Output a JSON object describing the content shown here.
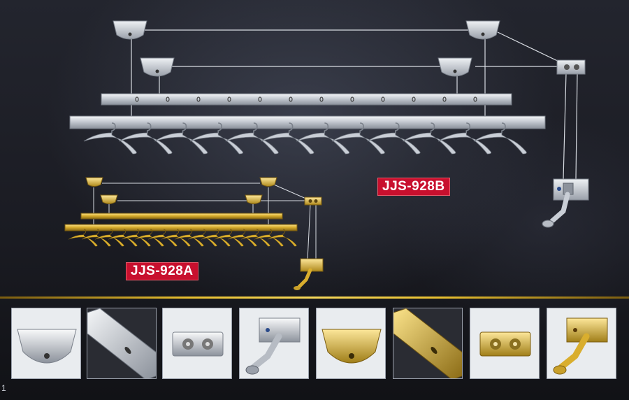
{
  "models": {
    "large": {
      "label": "JJS-928B",
      "finish": "silver"
    },
    "small": {
      "label": "JJS-928A",
      "finish": "gold"
    }
  },
  "colors": {
    "silver": "#c9ced6",
    "gold": "#d9ae2e",
    "badge": "#c8102e",
    "divider": "#e8c030",
    "background": "#1a1b22"
  },
  "components": [
    {
      "name": "ceiling-pulley-silver",
      "icon": "ceiling-pulley-icon",
      "finish": "silver"
    },
    {
      "name": "aluminum-rail-silver",
      "icon": "rail-profile-icon",
      "finish": "silver"
    },
    {
      "name": "rope-guide-silver",
      "icon": "rope-guide-icon",
      "finish": "silver"
    },
    {
      "name": "hand-crank-silver",
      "icon": "hand-crank-icon",
      "finish": "silver"
    },
    {
      "name": "ceiling-pulley-gold",
      "icon": "ceiling-pulley-icon",
      "finish": "gold"
    },
    {
      "name": "aluminum-rail-gold",
      "icon": "rail-profile-icon",
      "finish": "gold"
    },
    {
      "name": "rope-guide-gold",
      "icon": "rope-guide-icon",
      "finish": "gold"
    },
    {
      "name": "hand-crank-gold",
      "icon": "hand-crank-icon",
      "finish": "gold"
    }
  ],
  "hanger_counts": {
    "large": 12,
    "small": 16
  },
  "page_mark": "1"
}
